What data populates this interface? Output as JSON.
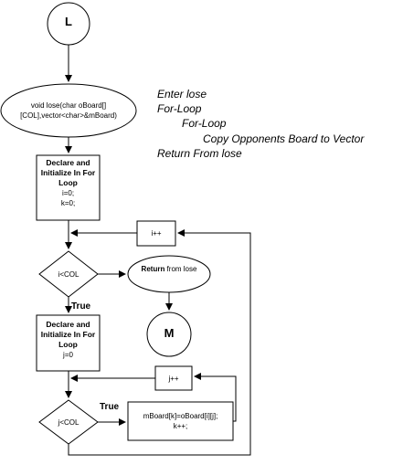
{
  "nodes": {
    "start_connector": "L",
    "function_entry": "void lose(char oBoard[][COL],vector<char>&mBoard)",
    "init_outer": {
      "title": "Declare and Initialize In For Loop",
      "line1": "i=0;",
      "line2": "k=0;"
    },
    "incr_outer": "i++",
    "cond_outer": "i<COL",
    "return_node": {
      "bold": "Return",
      "rest": " from lose"
    },
    "end_connector": "M",
    "true_outer": "True",
    "init_inner": {
      "title": "Declare and Initialize In For Loop",
      "line1": "j=0"
    },
    "incr_inner": "j++",
    "cond_inner": "j<COL",
    "true_inner": "True",
    "body": {
      "line1": "mBoard[k]=oBoard[i][j];",
      "line2": "k++;"
    }
  },
  "notes": [
    "Enter lose",
    "For-Loop",
    "For-Loop",
    "Copy Opponents Board to Vector",
    "Return From lose"
  ]
}
